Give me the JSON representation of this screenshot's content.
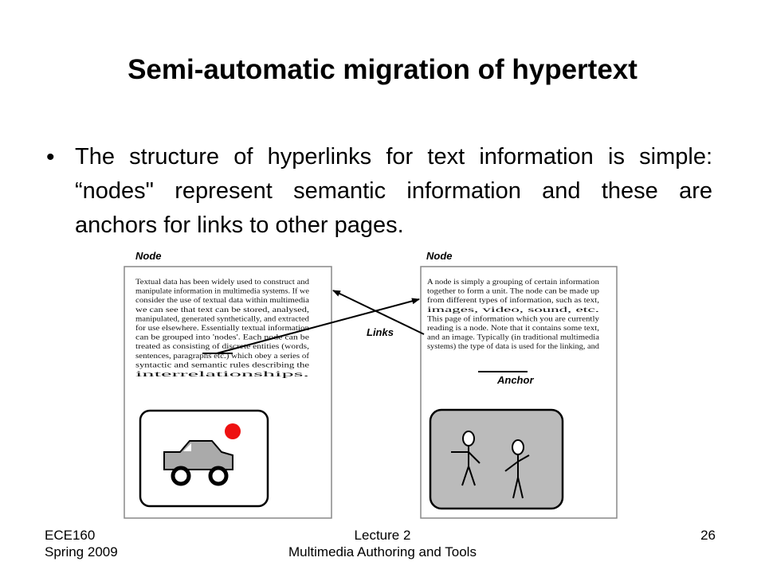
{
  "slide": {
    "title": "Semi-automatic migration of hypertext",
    "bullet": "The structure of hyperlinks for text information is simple: “nodes\" represent semantic information and these are anchors for links to other pages."
  },
  "figure": {
    "left_node": {
      "label": "Node",
      "text_lines": [
        "Textual data has been widely used to construct and",
        "manipulate information in multimedia systems. If we",
        "consider the use of textual data within multimedia",
        "we can see that text can be stored, analysed,",
        "manipulated, generated synthetically, and extracted",
        "for use elsewhere. Essentially textual information",
        "can be grouped into 'nodes'. Each node can be",
        "treated as consisting of discrete entities (words,",
        "sentences, paragraphs etc.) which obey a series of",
        "syntactic and semantic rules describing the",
        "interrelationships."
      ]
    },
    "right_node": {
      "label": "Node",
      "text_lines": [
        "A node is simply a grouping of certain information",
        "together to form a unit. The node can be made up",
        "from different types of information, such as text,",
        "images, video, sound, etc.",
        "This page of information which you are currently",
        "reading is a node. Note that it contains some text,",
        "and an image. Typically (in traditional multimedia",
        "systems) the type of data is used for the linking, and"
      ]
    },
    "links_label": "Links",
    "anchor_label": "Anchor"
  },
  "footer": {
    "course": "ECE160",
    "term": "Spring 2009",
    "lecture": "Lecture 2",
    "lecture_title": "Multimedia Authoring and Tools",
    "page_number": "26"
  }
}
